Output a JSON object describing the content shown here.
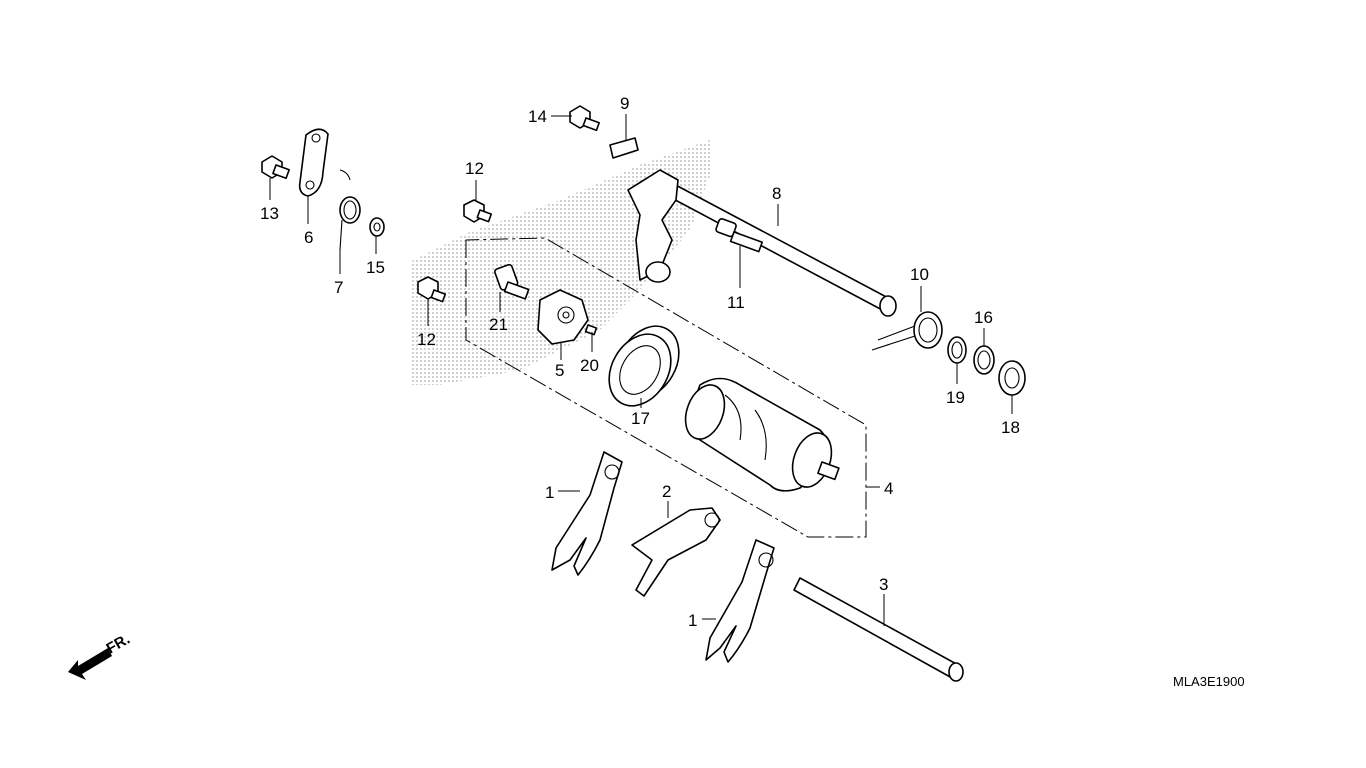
{
  "diagram": {
    "code": "MLA3E1900",
    "direction_label": "FR.",
    "callouts": {
      "c1a": "1",
      "c1b": "1",
      "c2": "2",
      "c3": "3",
      "c4": "4",
      "c5": "5",
      "c6": "6",
      "c7": "7",
      "c8": "8",
      "c9": "9",
      "c10": "10",
      "c11": "11",
      "c12a": "12",
      "c12b": "12",
      "c13": "13",
      "c14": "14",
      "c15": "15",
      "c16": "16",
      "c17": "17",
      "c18": "18",
      "c19": "19",
      "c20": "20",
      "c21": "21"
    }
  }
}
